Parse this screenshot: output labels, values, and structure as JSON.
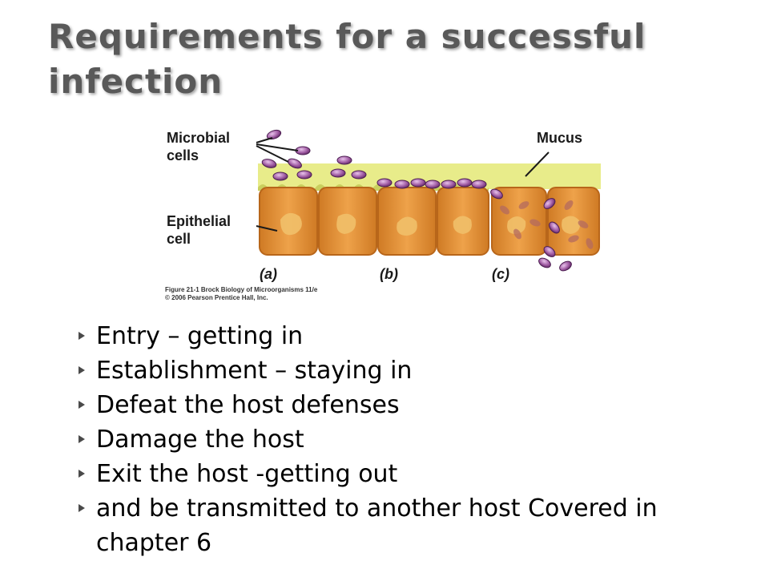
{
  "slide": {
    "title": "Requirements for a successful infection"
  },
  "figure": {
    "labels": {
      "microbial_line1": "Microbial",
      "microbial_line2": "cells",
      "mucus": "Mucus",
      "epithelial_line1": "Epithelial",
      "epithelial_line2": "cell"
    },
    "panels": [
      "(a)",
      "(b)",
      "(c)"
    ],
    "credit_line1": "Figure 21-1  Brock Biology of Microorganisms 11/e",
    "credit_line2": "© 2006 Pearson Prentice Hall, Inc.",
    "colors": {
      "mucus": "#e8ec8a",
      "cell_fill": "#e89a3c",
      "cell_edge": "#c06d1c",
      "nucleus": "#f1c06a",
      "microbe": "#a05ba3",
      "microbe_edge": "#4d1f52"
    }
  },
  "bullets": [
    "Entry – getting in",
    "Establishment – staying in",
    "Defeat the host defenses",
    "Damage the host",
    "Exit the host -getting out",
    "and be transmitted to another host Covered in chapter 6"
  ]
}
